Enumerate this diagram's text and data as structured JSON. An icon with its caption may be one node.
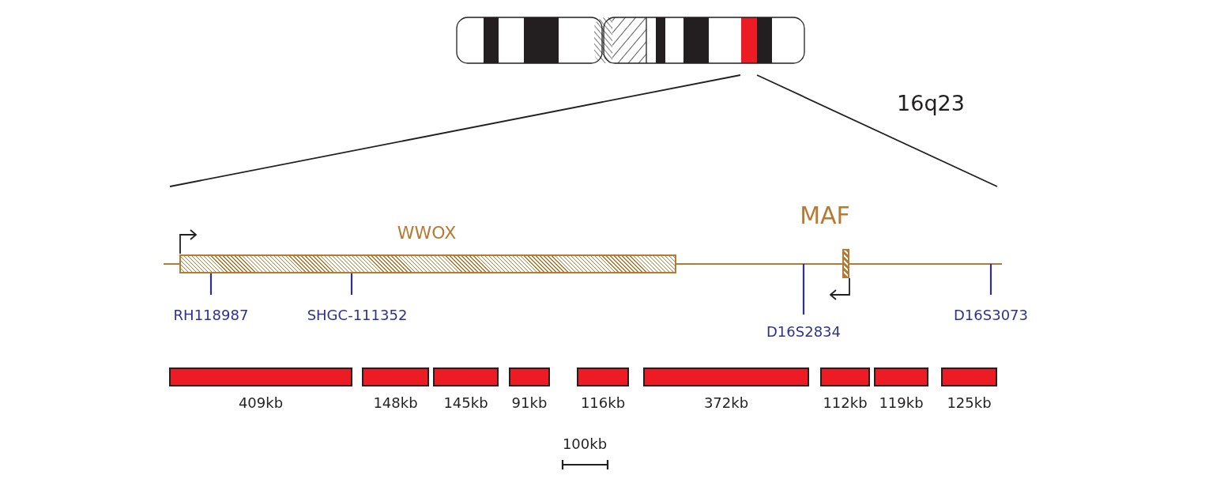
{
  "diagram": {
    "nodes": [
      {
        "text": [
          "WWOX"
        ]
      },
      {
        "text": [
          "MAF"
        ]
      },
      {
        "text": [
          "409kb"
        ]
      },
      {
        "text": [
          "148kb"
        ]
      },
      {
        "text": [
          "145kb"
        ]
      },
      {
        "text": [
          "91kb"
        ]
      },
      {
        "text": [
          "116kb"
        ]
      },
      {
        "text": [
          "372kb"
        ]
      },
      {
        "text": [
          "112kb"
        ]
      },
      {
        "text": [
          "119kb"
        ]
      },
      {
        "text": [
          "125kb"
        ]
      }
    ],
    "labels": [
      "16q23",
      "RH118987",
      "SHGC-111352",
      "D16S2834",
      "D16S3073",
      "100kb"
    ]
  }
}
